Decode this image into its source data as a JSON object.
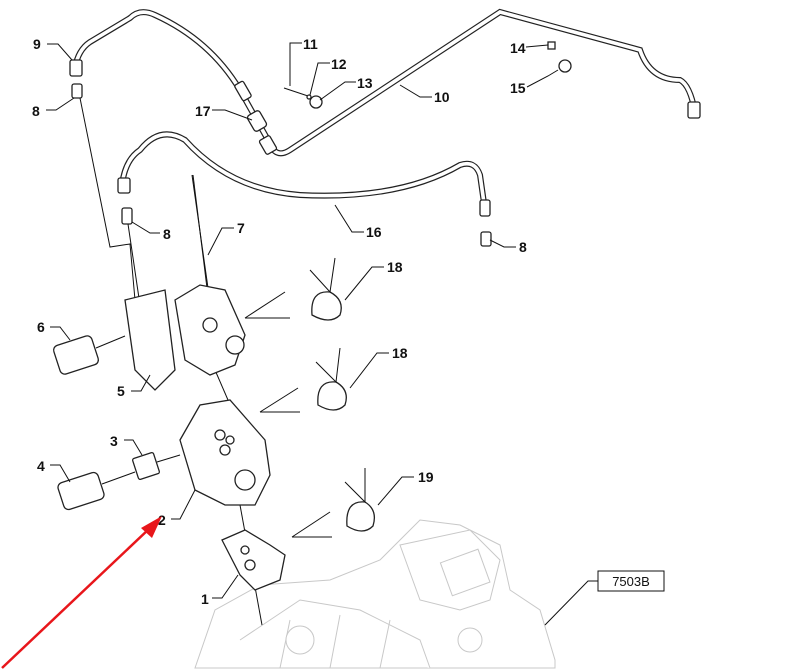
{
  "diagram": {
    "callouts": [
      {
        "id": "c9",
        "text": "9"
      },
      {
        "id": "c8a",
        "text": "8"
      },
      {
        "id": "c11",
        "text": "11"
      },
      {
        "id": "c12",
        "text": "12"
      },
      {
        "id": "c13",
        "text": "13"
      },
      {
        "id": "c14",
        "text": "14"
      },
      {
        "id": "c15",
        "text": "15"
      },
      {
        "id": "c10",
        "text": "10"
      },
      {
        "id": "c17",
        "text": "17"
      },
      {
        "id": "c16",
        "text": "16"
      },
      {
        "id": "c8b",
        "text": "8"
      },
      {
        "id": "c7",
        "text": "7"
      },
      {
        "id": "c8c",
        "text": "8"
      },
      {
        "id": "c18a",
        "text": "18"
      },
      {
        "id": "c18b",
        "text": "18"
      },
      {
        "id": "c6",
        "text": "6"
      },
      {
        "id": "c5",
        "text": "5"
      },
      {
        "id": "c3",
        "text": "3"
      },
      {
        "id": "c4",
        "text": "4"
      },
      {
        "id": "c2",
        "text": "2"
      },
      {
        "id": "c19",
        "text": "19"
      },
      {
        "id": "c1",
        "text": "1"
      }
    ],
    "reference_box": "7503B",
    "highlight_arrow_color": "#e8161b",
    "highlighted_callout": "2"
  }
}
